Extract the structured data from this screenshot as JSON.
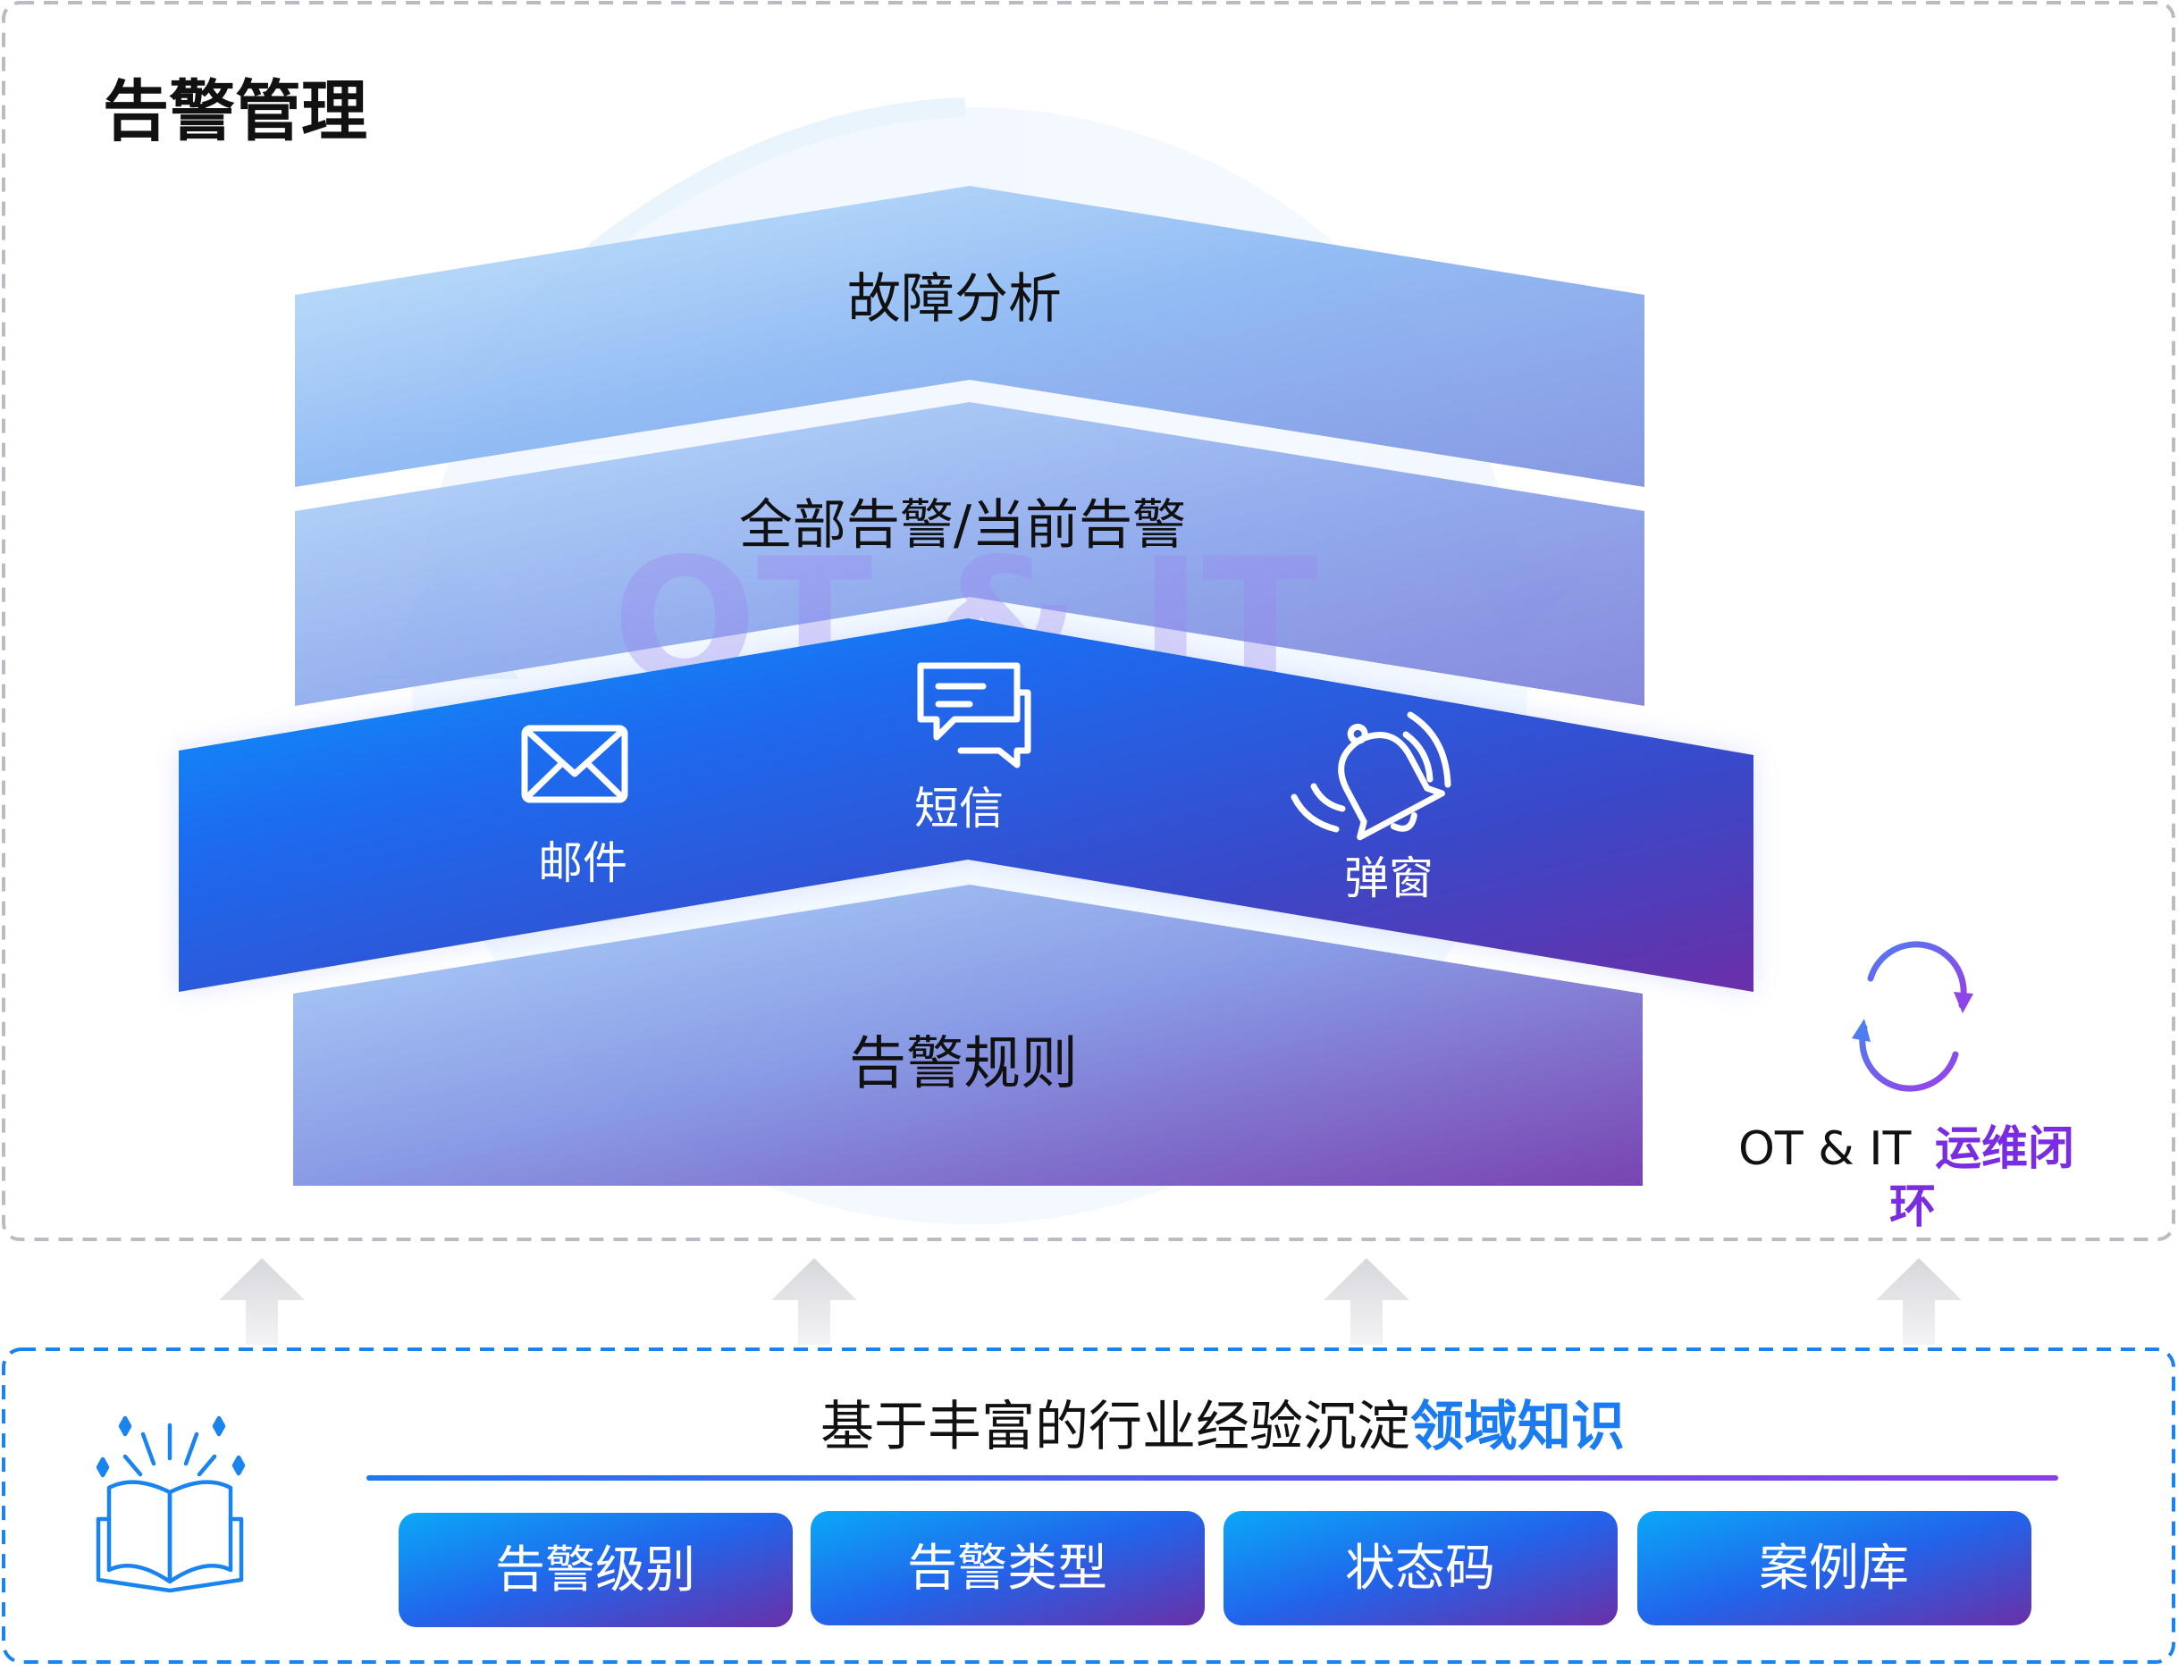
{
  "title": "告警管理",
  "watermark": "OT & IT",
  "layers": {
    "top": "故障分析",
    "second": "全部告警/当前告警",
    "bottom": "告警规则"
  },
  "channels": [
    {
      "label": "邮件",
      "icon": "mail-icon"
    },
    {
      "label": "短信",
      "icon": "chat-icon"
    },
    {
      "label": "弹窗",
      "icon": "bell-icon"
    }
  ],
  "loop": {
    "prefix": "OT & IT",
    "highlight_line1": "运维闭",
    "highlight_line2": "环",
    "icon": "cycle-arrows-icon"
  },
  "knowledge": {
    "heading_plain": "基于丰富的行业经验沉淀",
    "heading_highlight": "领域知识",
    "icon": "open-book-icon",
    "items": [
      "告警级别",
      "告警类型",
      "状态码",
      "案例库"
    ]
  },
  "colors": {
    "accent_blue": "#1a7cf0",
    "accent_purple": "#7a2de0",
    "band_start": "#0aa0f8",
    "band_mid": "#2166ec",
    "band_end": "#6a2fa8",
    "arrow_gray": "#dcdde0"
  }
}
